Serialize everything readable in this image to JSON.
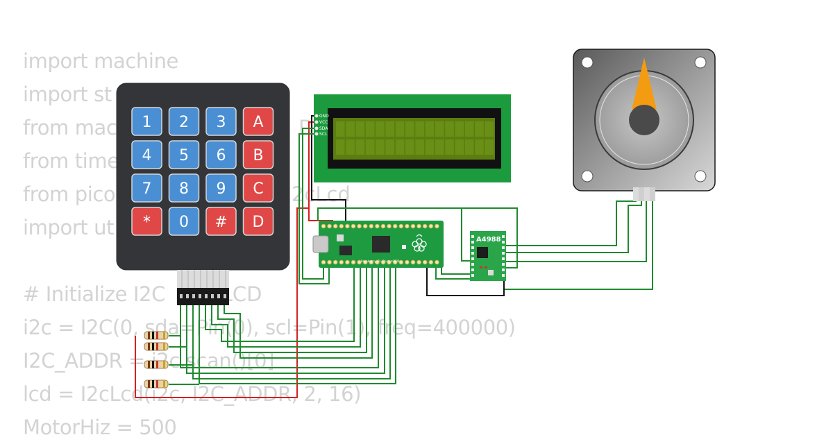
{
  "code": {
    "lines": [
      "import machine",
      "import st",
      "from mac",
      "from time",
      "from pico",
      "import ut",
      "",
      "# Initialize I2C",
      "i2c = I2C(0, sda=Pin(0), scl=Pin(1), freq=400000)",
      "I2C_ADDR = i2c.scan()[0]",
      "lcd = I2cLcd(i2c, I2C_ADDR, 2, 16)",
      "MotorHiz = 500"
    ],
    "hidden_fragments": [
      "D",
      "2cLcd",
      "and LCD"
    ]
  },
  "keypad": {
    "rows": [
      [
        "1",
        "2",
        "3",
        "A"
      ],
      [
        "4",
        "5",
        "6",
        "B"
      ],
      [
        "7",
        "8",
        "9",
        "C"
      ],
      [
        "*",
        "0",
        "#",
        "D"
      ]
    ],
    "number_key_color": "#4a8fd4",
    "letter_key_color": "#e04747"
  },
  "lcd": {
    "pins": [
      "GND",
      "VCC",
      "SDA",
      "SCL"
    ],
    "board_color": "#1b9b3e",
    "screen_color": "#5c7e10"
  },
  "pico": {
    "board_text": "Raspberry Pi Pico ©2020",
    "board_color": "#1e9a41"
  },
  "driver": {
    "label": "A4988",
    "board_color": "#2aa54a"
  },
  "colors": {
    "wire_green": "#1f8a2f",
    "wire_red": "#d62020",
    "wire_black": "#111111",
    "motor_pointer": "#f39c12"
  }
}
